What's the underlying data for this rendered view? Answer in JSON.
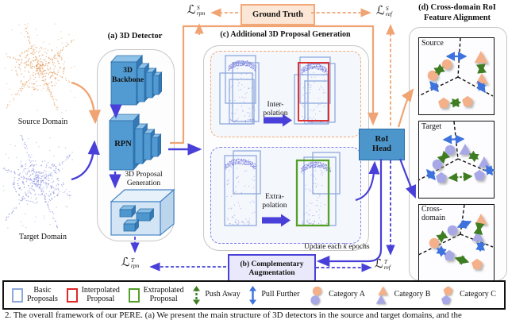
{
  "figure": {
    "caption": "2. The overall framework of our PERE. (a) We present the main structure of 3D detectors in the source and target domains, and the"
  },
  "losses": {
    "rpn_s": {
      "sym": "ℒ",
      "sup": "S",
      "sub": "rpn"
    },
    "ref_s": {
      "sym": "ℒ",
      "sup": "S",
      "sub": "ref"
    },
    "rpn_t": {
      "sym": "ℒ",
      "sup": "T",
      "sub": "rpn"
    },
    "ref_t": {
      "sym": "ℒ",
      "sup": "T",
      "sub": "ref"
    }
  },
  "ground_truth": {
    "label": "Ground Truth"
  },
  "panel_a": {
    "title": "(a) 3D Detector",
    "backbone_line1": "3D",
    "backbone_line2": "Backbone",
    "rpn_label": "RPN",
    "proposal_line1": "3D Proposal",
    "proposal_line2": "Generation"
  },
  "domains": {
    "source_label": "Source Domain",
    "target_label": "Target Domain"
  },
  "panel_c": {
    "title": "(c) Additional 3D Proposal Generation",
    "interpolation_line1": "Inter-",
    "interpolation_line2": "polation",
    "extrapolation_line1": "Extra-",
    "extrapolation_line2": "polation"
  },
  "roi_head": {
    "line1": "RoI",
    "line2": "Head"
  },
  "panel_b": {
    "line1": "(b) Complementary",
    "line2": "Augmentation"
  },
  "update_note": {
    "pre": "Update each ",
    "k": "k",
    "post": " epochs"
  },
  "panel_d": {
    "title_line1": "(d) Cross-domain RoI",
    "title_line2": "Feature Alignment",
    "source_label": "Source",
    "target_label": "Target",
    "cross_line1": "Cross-",
    "cross_line2": "domain"
  },
  "legend": {
    "items": [
      {
        "name": "basic-proposals",
        "icon": "swatch",
        "color": "#8FA8DC",
        "lines": [
          "Basic",
          "Proposals"
        ]
      },
      {
        "name": "interpolated-proposal",
        "icon": "swatch",
        "color": "#E02828",
        "lines": [
          "Interpolated",
          "Proposal"
        ]
      },
      {
        "name": "extrapolated-proposal",
        "icon": "swatch",
        "color": "#55A02A",
        "lines": [
          "Extrapolated",
          "Proposal"
        ]
      },
      {
        "name": "push-away",
        "icon": "varrow",
        "color": "#3F7D22",
        "lines": [
          "Push Away"
        ]
      },
      {
        "name": "pull-further",
        "icon": "varrow",
        "color": "#3E72DC",
        "lines": [
          "Pull Further"
        ]
      },
      {
        "name": "category-a",
        "icon": "pair-circle",
        "lines": [
          "Category A"
        ]
      },
      {
        "name": "category-b",
        "icon": "pair-triangle",
        "lines": [
          "Category B"
        ]
      },
      {
        "name": "category-c",
        "icon": "pair-pentagon",
        "lines": [
          "Category C"
        ]
      }
    ]
  },
  "colors": {
    "orange": "#F0A474",
    "blue": "#4840D8",
    "block_blue": "#519BD2",
    "red": "#E02828",
    "green_arrow": "#3F7D22",
    "blue_arrow": "#3E72DC",
    "source_shape": "#F4B088",
    "target_shape": "#A8A8E6",
    "basic_proposal": "#8FA8DC"
  }
}
